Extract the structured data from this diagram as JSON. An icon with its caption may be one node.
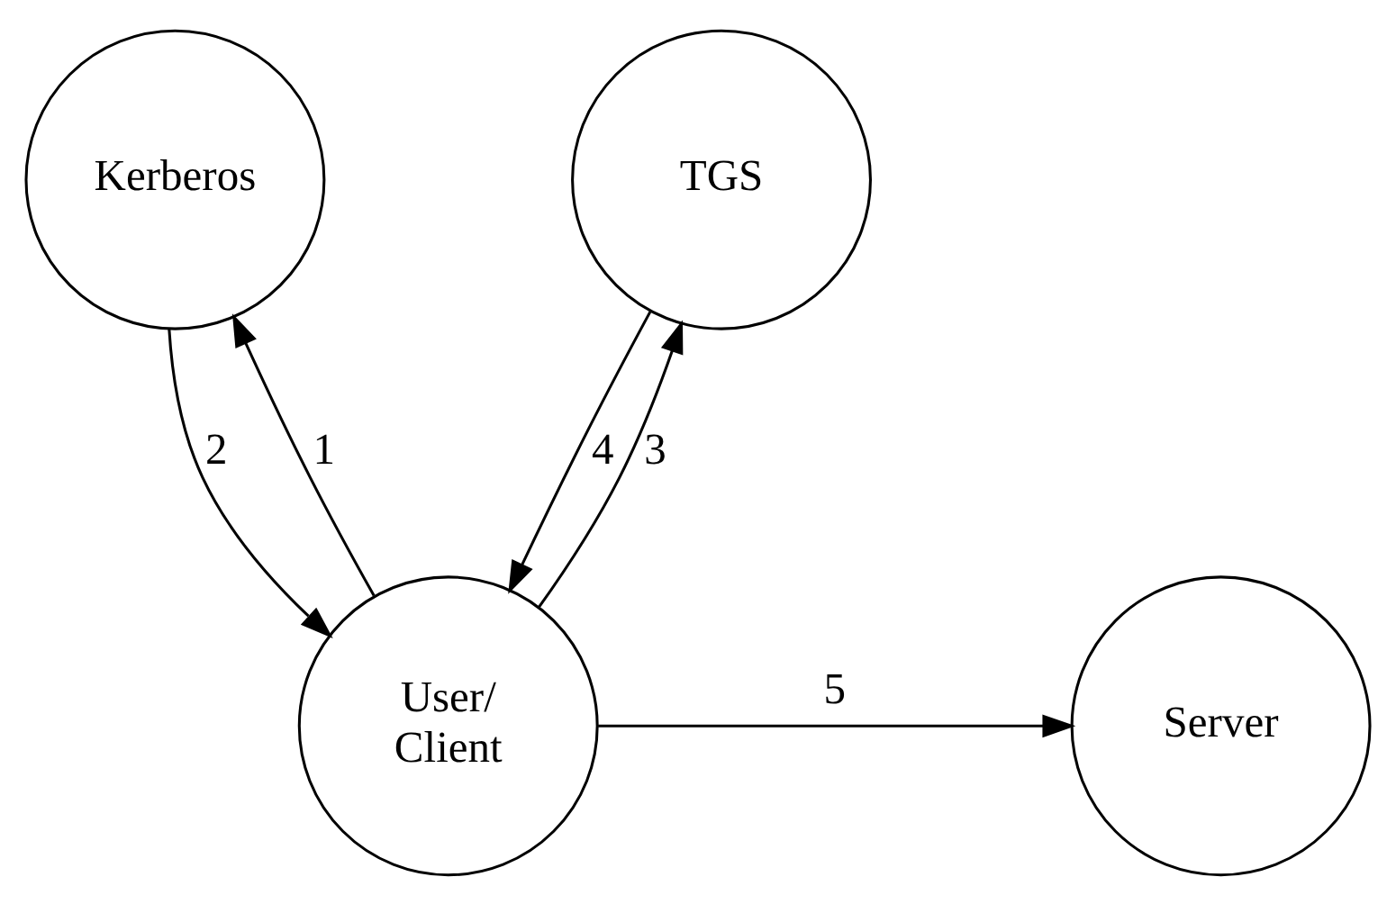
{
  "diagram": {
    "nodes": [
      {
        "text": [
          "Kerberos"
        ]
      },
      {
        "text": [
          "TGS"
        ]
      },
      {
        "text": [
          "User/ Client"
        ]
      },
      {
        "text": [
          "Server"
        ]
      }
    ],
    "edges": [
      {
        "from": 2,
        "to": 0,
        "arrow": "to",
        "label": "1"
      },
      {
        "from": 0,
        "to": 2,
        "arrow": "to",
        "label": "2"
      },
      {
        "from": 2,
        "to": 1,
        "arrow": "to",
        "label": "3"
      },
      {
        "from": 1,
        "to": 2,
        "arrow": "to",
        "label": "4"
      },
      {
        "from": 2,
        "to": 3,
        "arrow": "to",
        "label": "5"
      }
    ]
  }
}
